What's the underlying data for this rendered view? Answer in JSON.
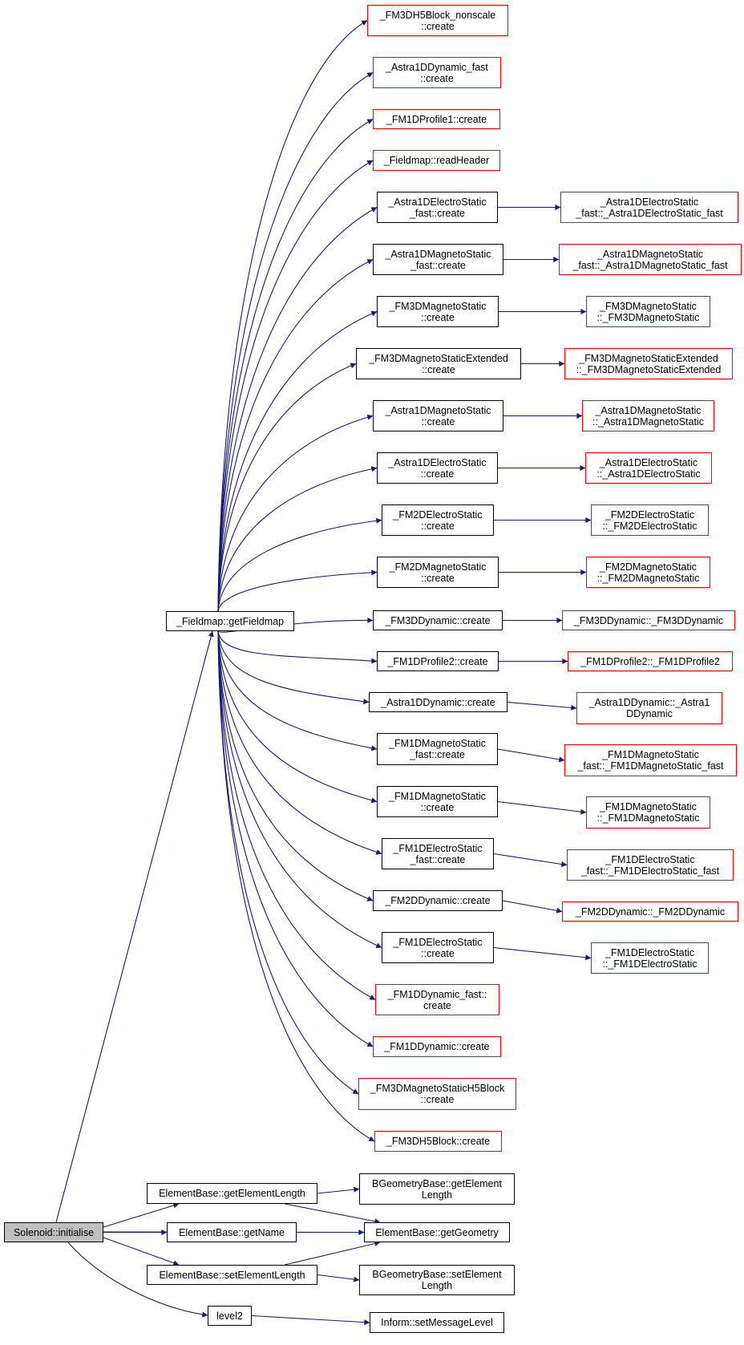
{
  "colors": {
    "edge": "#191970",
    "internal_border": "#000000",
    "external_border": "#ff0000",
    "root_fill": "#bfbfbf"
  },
  "nodes": [
    {
      "id": "solenoid",
      "lines": [
        "Solenoid::initialise"
      ],
      "kind": "root"
    },
    {
      "id": "getfieldmap",
      "lines": [
        "_Fieldmap::getFieldmap"
      ],
      "kind": "internal"
    },
    {
      "id": "fm3dh5nonscale",
      "lines": [
        "_FM3DH5Block_nonscale",
        "::create"
      ],
      "kind": "external"
    },
    {
      "id": "astra1ddynfast",
      "lines": [
        "_Astra1DDynamic_fast",
        "::create"
      ],
      "kind": "external"
    },
    {
      "id": "fm1dprofile1",
      "lines": [
        "_FM1DProfile1::create"
      ],
      "kind": "external"
    },
    {
      "id": "readheader",
      "lines": [
        "_Fieldmap::readHeader"
      ],
      "kind": "external"
    },
    {
      "id": "astra1desfast",
      "lines": [
        "_Astra1DElectroStatic",
        "_fast::create"
      ],
      "kind": "internal"
    },
    {
      "id": "astra1desfast_ctor",
      "lines": [
        "_Astra1DElectroStatic",
        "_fast::_Astra1DElectroStatic_fast"
      ],
      "kind": "external"
    },
    {
      "id": "astra1dmsfast",
      "lines": [
        "_Astra1DMagnetoStatic",
        "_fast::create"
      ],
      "kind": "internal"
    },
    {
      "id": "astra1dmsfast_ctor",
      "lines": [
        "_Astra1DMagnetoStatic",
        "_fast::_Astra1DMagnetoStatic_fast"
      ],
      "kind": "external"
    },
    {
      "id": "fm3dms",
      "lines": [
        "_FM3DMagnetoStatic",
        "::create"
      ],
      "kind": "internal"
    },
    {
      "id": "fm3dms_ctor",
      "lines": [
        "_FM3DMagnetoStatic",
        "::_FM3DMagnetoStatic"
      ],
      "kind": "external"
    },
    {
      "id": "fm3dmsext",
      "lines": [
        "_FM3DMagnetoStaticExtended",
        "::create"
      ],
      "kind": "internal"
    },
    {
      "id": "fm3dmsext_ctor",
      "lines": [
        "_FM3DMagnetoStaticExtended",
        "::_FM3DMagnetoStaticExtended"
      ],
      "kind": "external"
    },
    {
      "id": "astra1dms",
      "lines": [
        "_Astra1DMagnetoStatic",
        "::create"
      ],
      "kind": "internal"
    },
    {
      "id": "astra1dms_ctor",
      "lines": [
        "_Astra1DMagnetoStatic",
        "::_Astra1DMagnetoStatic"
      ],
      "kind": "external"
    },
    {
      "id": "astra1des",
      "lines": [
        "_Astra1DElectroStatic",
        "::create"
      ],
      "kind": "internal"
    },
    {
      "id": "astra1des_ctor",
      "lines": [
        "_Astra1DElectroStatic",
        "::_Astra1DElectroStatic"
      ],
      "kind": "external"
    },
    {
      "id": "fm2des",
      "lines": [
        "_FM2DElectroStatic",
        "::create"
      ],
      "kind": "internal"
    },
    {
      "id": "fm2des_ctor",
      "lines": [
        "_FM2DElectroStatic",
        "::_FM2DElectroStatic"
      ],
      "kind": "external"
    },
    {
      "id": "fm2dms",
      "lines": [
        "_FM2DMagnetoStatic",
        "::create"
      ],
      "kind": "internal"
    },
    {
      "id": "fm2dms_ctor",
      "lines": [
        "_FM2DMagnetoStatic",
        "::_FM2DMagnetoStatic"
      ],
      "kind": "external"
    },
    {
      "id": "fm3ddyn",
      "lines": [
        "_FM3DDynamic::create"
      ],
      "kind": "internal"
    },
    {
      "id": "fm3ddyn_ctor",
      "lines": [
        "_FM3DDynamic::_FM3DDynamic"
      ],
      "kind": "external"
    },
    {
      "id": "fm1dprofile2",
      "lines": [
        "_FM1DProfile2::create"
      ],
      "kind": "internal"
    },
    {
      "id": "fm1dprofile2_ctor",
      "lines": [
        "_FM1DProfile2::_FM1DProfile2"
      ],
      "kind": "external"
    },
    {
      "id": "astra1ddyn",
      "lines": [
        "_Astra1DDynamic::create"
      ],
      "kind": "internal"
    },
    {
      "id": "astra1ddyn_ctor",
      "lines": [
        "_Astra1DDynamic::_Astra1",
        "DDynamic"
      ],
      "kind": "external"
    },
    {
      "id": "fm1dmsfast",
      "lines": [
        "_FM1DMagnetoStatic",
        "_fast::create"
      ],
      "kind": "internal"
    },
    {
      "id": "fm1dmsfast_ctor",
      "lines": [
        "_FM1DMagnetoStatic",
        "_fast::_FM1DMagnetoStatic_fast"
      ],
      "kind": "external"
    },
    {
      "id": "fm1dms",
      "lines": [
        "_FM1DMagnetoStatic",
        "::create"
      ],
      "kind": "internal"
    },
    {
      "id": "fm1dms_ctor",
      "lines": [
        "_FM1DMagnetoStatic",
        "::_FM1DMagnetoStatic"
      ],
      "kind": "external"
    },
    {
      "id": "fm1desfast",
      "lines": [
        "_FM1DElectroStatic",
        "_fast::create"
      ],
      "kind": "internal"
    },
    {
      "id": "fm1desfast_ctor",
      "lines": [
        "_FM1DElectroStatic",
        "_fast::_FM1DElectroStatic_fast"
      ],
      "kind": "external"
    },
    {
      "id": "fm2ddyn",
      "lines": [
        "_FM2DDynamic::create"
      ],
      "kind": "internal"
    },
    {
      "id": "fm2ddyn_ctor",
      "lines": [
        "_FM2DDynamic::_FM2DDynamic"
      ],
      "kind": "external"
    },
    {
      "id": "fm1des",
      "lines": [
        "_FM1DElectroStatic",
        "::create"
      ],
      "kind": "internal"
    },
    {
      "id": "fm1des_ctor",
      "lines": [
        "_FM1DElectroStatic",
        "::_FM1DElectroStatic"
      ],
      "kind": "external"
    },
    {
      "id": "fm1ddynfast",
      "lines": [
        "_FM1DDynamic_fast::",
        "create"
      ],
      "kind": "external"
    },
    {
      "id": "fm1ddyn",
      "lines": [
        "_FM1DDynamic::create"
      ],
      "kind": "external"
    },
    {
      "id": "fm3dmsh5",
      "lines": [
        "_FM3DMagnetoStaticH5Block",
        "::create"
      ],
      "kind": "external"
    },
    {
      "id": "fm3dh5",
      "lines": [
        "_FM3DH5Block::create"
      ],
      "kind": "external"
    },
    {
      "id": "getelementlength",
      "lines": [
        "ElementBase::getElementLength"
      ],
      "kind": "internal"
    },
    {
      "id": "getname",
      "lines": [
        "ElementBase::getName"
      ],
      "kind": "internal"
    },
    {
      "id": "setelementlength",
      "lines": [
        "ElementBase::setElementLength"
      ],
      "kind": "internal"
    },
    {
      "id": "level2",
      "lines": [
        "level2"
      ],
      "kind": "internal"
    },
    {
      "id": "bgeo_get",
      "lines": [
        "BGeometryBase::getElement",
        "Length"
      ],
      "kind": "internal"
    },
    {
      "id": "getgeometry",
      "lines": [
        "ElementBase::getGeometry"
      ],
      "kind": "internal"
    },
    {
      "id": "bgeo_set",
      "lines": [
        "BGeometryBase::setElement",
        "Length"
      ],
      "kind": "internal"
    },
    {
      "id": "setmessagelevel",
      "lines": [
        "Inform::setMessageLevel"
      ],
      "kind": "internal"
    }
  ],
  "edges": [
    [
      "solenoid",
      "getfieldmap"
    ],
    [
      "solenoid",
      "getelementlength"
    ],
    [
      "solenoid",
      "getname"
    ],
    [
      "solenoid",
      "getgeometry"
    ],
    [
      "solenoid",
      "setelementlength"
    ],
    [
      "solenoid",
      "level2"
    ],
    [
      "getfieldmap",
      "fm3dh5nonscale"
    ],
    [
      "getfieldmap",
      "astra1ddynfast"
    ],
    [
      "getfieldmap",
      "fm1dprofile1"
    ],
    [
      "getfieldmap",
      "readheader"
    ],
    [
      "getfieldmap",
      "astra1desfast"
    ],
    [
      "getfieldmap",
      "astra1dmsfast"
    ],
    [
      "getfieldmap",
      "fm3dms"
    ],
    [
      "getfieldmap",
      "fm3dmsext"
    ],
    [
      "getfieldmap",
      "astra1dms"
    ],
    [
      "getfieldmap",
      "astra1des"
    ],
    [
      "getfieldmap",
      "fm2des"
    ],
    [
      "getfieldmap",
      "fm2dms"
    ],
    [
      "getfieldmap",
      "fm3ddyn"
    ],
    [
      "getfieldmap",
      "fm1dprofile2"
    ],
    [
      "getfieldmap",
      "astra1ddyn"
    ],
    [
      "getfieldmap",
      "fm1dmsfast"
    ],
    [
      "getfieldmap",
      "fm1dms"
    ],
    [
      "getfieldmap",
      "fm1desfast"
    ],
    [
      "getfieldmap",
      "fm2ddyn"
    ],
    [
      "getfieldmap",
      "fm1des"
    ],
    [
      "getfieldmap",
      "fm1ddynfast"
    ],
    [
      "getfieldmap",
      "fm1ddyn"
    ],
    [
      "getfieldmap",
      "fm3dmsh5"
    ],
    [
      "getfieldmap",
      "fm3dh5"
    ],
    [
      "astra1desfast",
      "astra1desfast_ctor"
    ],
    [
      "astra1dmsfast",
      "astra1dmsfast_ctor"
    ],
    [
      "fm3dms",
      "fm3dms_ctor"
    ],
    [
      "fm3dmsext",
      "fm3dmsext_ctor"
    ],
    [
      "astra1dms",
      "astra1dms_ctor"
    ],
    [
      "astra1des",
      "astra1des_ctor"
    ],
    [
      "fm2des",
      "fm2des_ctor"
    ],
    [
      "fm2dms",
      "fm2dms_ctor"
    ],
    [
      "fm3ddyn",
      "fm3ddyn_ctor"
    ],
    [
      "fm1dprofile2",
      "fm1dprofile2_ctor"
    ],
    [
      "astra1ddyn",
      "astra1ddyn_ctor"
    ],
    [
      "fm1dmsfast",
      "fm1dmsfast_ctor"
    ],
    [
      "fm1dms",
      "fm1dms_ctor"
    ],
    [
      "fm1desfast",
      "fm1desfast_ctor"
    ],
    [
      "fm2ddyn",
      "fm2ddyn_ctor"
    ],
    [
      "fm1des",
      "fm1des_ctor"
    ],
    [
      "getelementlength",
      "bgeo_get"
    ],
    [
      "getelementlength",
      "getgeometry"
    ],
    [
      "setelementlength",
      "getgeometry"
    ],
    [
      "setelementlength",
      "bgeo_set"
    ],
    [
      "level2",
      "setmessagelevel"
    ]
  ]
}
